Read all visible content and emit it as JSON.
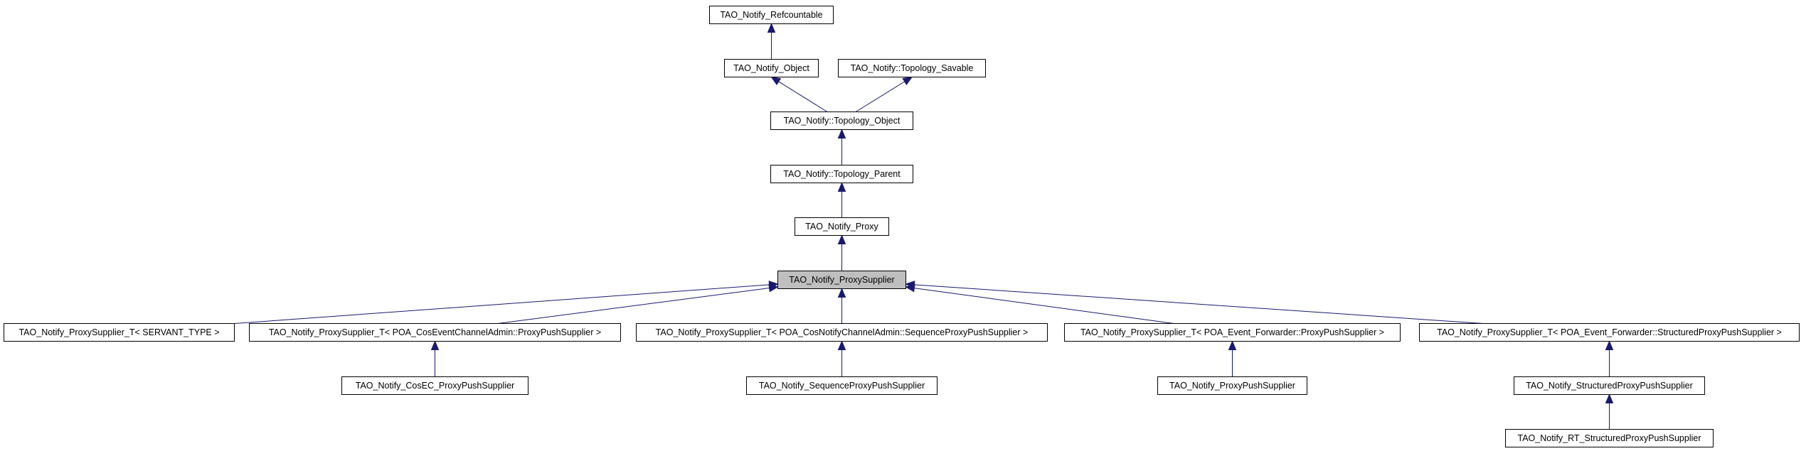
{
  "diagram": {
    "nodes": {
      "refcountable": "TAO_Notify_Refcountable",
      "object": "TAO_Notify_Object",
      "topology_savable": "TAO_Notify::Topology_Savable",
      "topology_object": "TAO_Notify::Topology_Object",
      "topology_parent": "TAO_Notify::Topology_Parent",
      "proxy": "TAO_Notify_Proxy",
      "proxy_supplier": "TAO_Notify_ProxySupplier",
      "ps_servant_type": "TAO_Notify_ProxySupplier_T< SERVANT_TYPE >",
      "ps_cosec": "TAO_Notify_ProxySupplier_T< POA_CosEventChannelAdmin::ProxyPushSupplier >",
      "ps_cosnotify_seq": "TAO_Notify_ProxySupplier_T< POA_CosNotifyChannelAdmin::SequenceProxyPushSupplier >",
      "ps_fwd_proxy": "TAO_Notify_ProxySupplier_T< POA_Event_Forwarder::ProxyPushSupplier >",
      "ps_fwd_structured": "TAO_Notify_ProxySupplier_T< POA_Event_Forwarder::StructuredProxyPushSupplier >",
      "cosec_pps": "TAO_Notify_CosEC_ProxyPushSupplier",
      "sequence_pps": "TAO_Notify_SequenceProxyPushSupplier",
      "pps": "TAO_Notify_ProxyPushSupplier",
      "structured_pps": "TAO_Notify_StructuredProxyPushSupplier",
      "rt_structured_pps": "TAO_Notify_RT_StructuredProxyPushSupplier"
    },
    "highlighted": "proxy_supplier",
    "edges": [
      {
        "from": "object",
        "to": "refcountable"
      },
      {
        "from": "topology_object",
        "to": "object"
      },
      {
        "from": "topology_object",
        "to": "topology_savable"
      },
      {
        "from": "topology_parent",
        "to": "topology_object"
      },
      {
        "from": "proxy",
        "to": "topology_parent"
      },
      {
        "from": "proxy_supplier",
        "to": "proxy"
      },
      {
        "from": "ps_servant_type",
        "to": "proxy_supplier"
      },
      {
        "from": "ps_cosec",
        "to": "proxy_supplier"
      },
      {
        "from": "ps_cosnotify_seq",
        "to": "proxy_supplier"
      },
      {
        "from": "ps_fwd_proxy",
        "to": "proxy_supplier"
      },
      {
        "from": "ps_fwd_structured",
        "to": "proxy_supplier"
      },
      {
        "from": "cosec_pps",
        "to": "ps_cosec"
      },
      {
        "from": "sequence_pps",
        "to": "ps_cosnotify_seq"
      },
      {
        "from": "pps",
        "to": "ps_fwd_proxy"
      },
      {
        "from": "structured_pps",
        "to": "ps_fwd_structured"
      },
      {
        "from": "rt_structured_pps",
        "to": "structured_pps"
      }
    ],
    "colors": {
      "edge": "#191970",
      "highlight_fill": "#bfbfbf",
      "node_border": "#000000"
    }
  }
}
